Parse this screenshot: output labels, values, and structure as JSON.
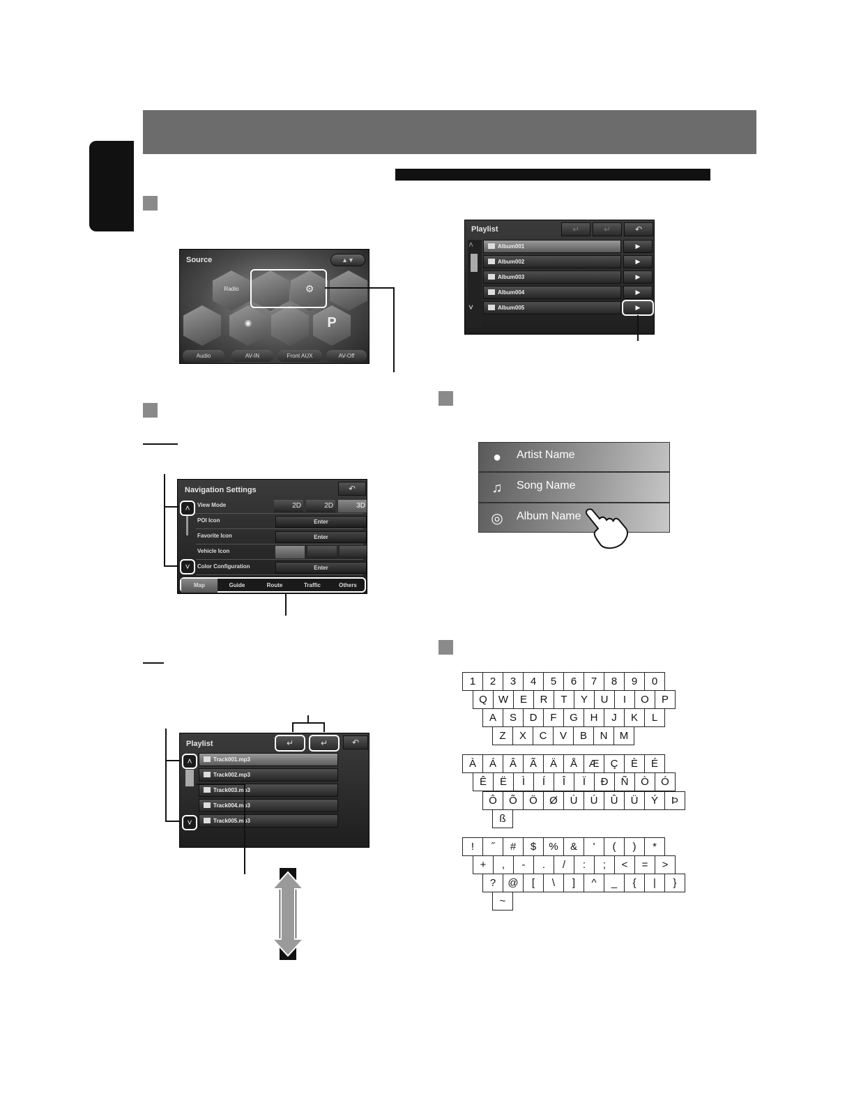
{
  "source_screen": {
    "title": "Source",
    "hex_items": [
      {
        "label": "Radio",
        "icon": "radio-icon"
      },
      {
        "label": "",
        "icon": "source-blank-icon"
      },
      {
        "label": "",
        "icon": "settings-gear-icon"
      },
      {
        "label": "",
        "icon": "disc-icon"
      },
      {
        "label": "",
        "icon": "usb-icon"
      },
      {
        "label": "",
        "icon": "ipod-icon"
      },
      {
        "label": "",
        "icon": "streaming-icon"
      },
      {
        "label": "P",
        "icon": "pandora-icon"
      }
    ],
    "bottom_buttons": [
      "Audio",
      "AV-IN",
      "Front AUX",
      "AV-Off"
    ]
  },
  "navigation_settings": {
    "title": "Navigation Settings",
    "rows": [
      {
        "label": "View Mode",
        "control": "modes",
        "modes": [
          "2D",
          "2D",
          "3D"
        ]
      },
      {
        "label": "POI Icon",
        "control": "enter",
        "value": "Enter"
      },
      {
        "label": "Favorite Icon",
        "control": "enter",
        "value": "Enter"
      },
      {
        "label": "Vehicle Icon",
        "control": "icons"
      },
      {
        "label": "Color Configuration",
        "control": "enter",
        "value": "Enter"
      }
    ],
    "tabs": [
      "Map",
      "Guide",
      "Route",
      "Traffic",
      "Others"
    ],
    "active_tab": "Map"
  },
  "playlist_albums": {
    "title": "Playlist",
    "rows": [
      "Album001",
      "Album002",
      "Album003",
      "Album004",
      "Album005"
    ]
  },
  "playlist_tracks": {
    "title": "Playlist",
    "rows": [
      "Track001.mp3",
      "Track002.mp3",
      "Track003.mp3",
      "Track004.mp3",
      "Track005.mp3"
    ]
  },
  "info_list": {
    "rows": [
      {
        "label": "Artist Name",
        "icon": "person-icon"
      },
      {
        "label": "Song Name",
        "icon": "music-note-icon"
      },
      {
        "label": "Album Name",
        "icon": "cd-icon"
      }
    ]
  },
  "keyboards": {
    "alnum": [
      [
        "1",
        "2",
        "3",
        "4",
        "5",
        "6",
        "7",
        "8",
        "9",
        "0"
      ],
      [
        "Q",
        "W",
        "E",
        "R",
        "T",
        "Y",
        "U",
        "I",
        "O",
        "P"
      ],
      [
        "A",
        "S",
        "D",
        "F",
        "G",
        "H",
        "J",
        "K",
        "L"
      ],
      [
        "Z",
        "X",
        "C",
        "V",
        "B",
        "N",
        "M"
      ]
    ],
    "accented": [
      [
        "À",
        "Á",
        "Â",
        "Ã",
        "Ä",
        "Å",
        "Æ",
        "Ç",
        "È",
        "É"
      ],
      [
        "Ê",
        "Ë",
        "Ì",
        "Í",
        "Î",
        "Ï",
        "Đ",
        "Ñ",
        "Ò",
        "Ó"
      ],
      [
        "Ô",
        "Õ",
        "Ö",
        "Ø",
        "Ù",
        "Ú",
        "Û",
        "Ü",
        "Ý",
        "Þ"
      ],
      [
        "ß"
      ]
    ],
    "symbols": [
      [
        "!",
        "˝",
        "#",
        "$",
        "%",
        "&",
        "'",
        "(",
        ")",
        "*"
      ],
      [
        "+",
        ",",
        "-",
        ".",
        "/",
        ":",
        ";",
        "<",
        "=",
        ">"
      ],
      [
        "?",
        "@",
        "[",
        "\\",
        "]",
        "^",
        "_",
        "{",
        "|",
        "}"
      ],
      [
        "~"
      ]
    ]
  }
}
